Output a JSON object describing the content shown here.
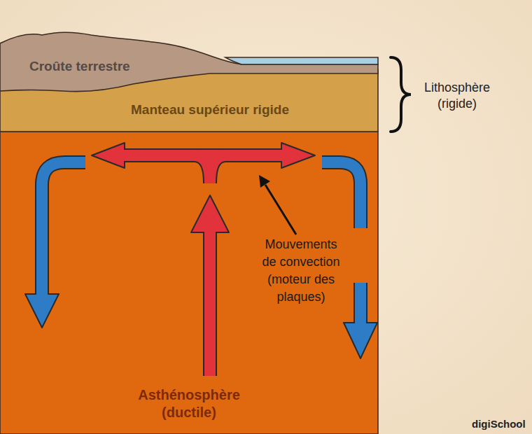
{
  "diagram": {
    "nodes": [
      {
        "text": [
          "Croûte terrestre"
        ]
      },
      {
        "text": [
          "Manteau supérieur rigide"
        ]
      },
      {
        "text": [
          "Asthénosphère (ductile)"
        ]
      }
    ],
    "labels": [
      "Lithosphère (rigide)",
      "Mouvements de convection (moteur des plaques)",
      "digiSchool"
    ]
  }
}
